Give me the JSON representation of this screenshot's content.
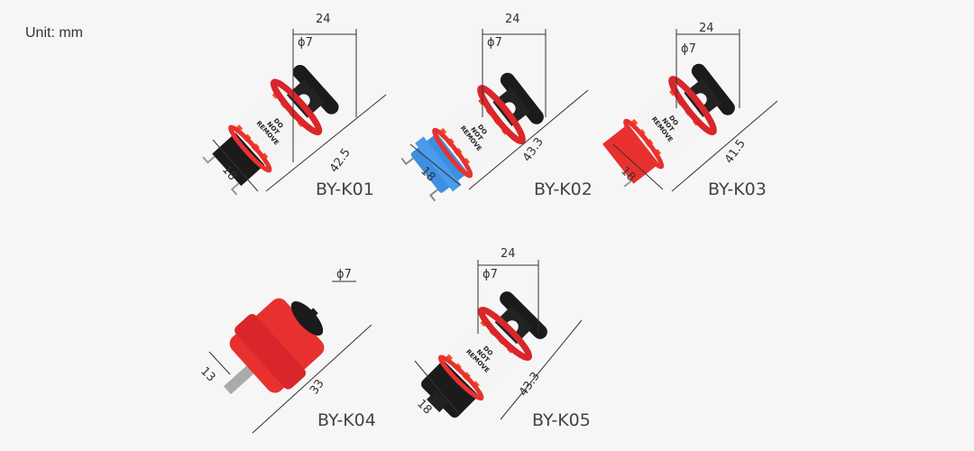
{
  "unit_label": "Unit: mm",
  "colors": {
    "red": "#e8312f",
    "black": "#1b1b1b",
    "blue": "#3d8fe0",
    "stripe": "#ff4a1c",
    "background": "#f6f6f6"
  },
  "label_text": {
    "line1": "DO",
    "line2": "NOT",
    "line3": "REMOVE"
  },
  "products": [
    {
      "model": "BY-K01",
      "width": "24",
      "hole": "ϕ7",
      "length": "42.5",
      "depth": "18"
    },
    {
      "model": "BY-K02",
      "width": "24",
      "hole": "ϕ7",
      "length": "43.3",
      "depth": "18"
    },
    {
      "model": "BY-K03",
      "width": "24",
      "hole": "ϕ7",
      "length": "41.5",
      "depth": "18"
    },
    {
      "model": "BY-K04",
      "hole": "ϕ7",
      "length": "33",
      "depth": "13"
    },
    {
      "model": "BY-K05",
      "width": "24",
      "hole": "ϕ7",
      "length": "43.3",
      "depth": "18"
    }
  ]
}
